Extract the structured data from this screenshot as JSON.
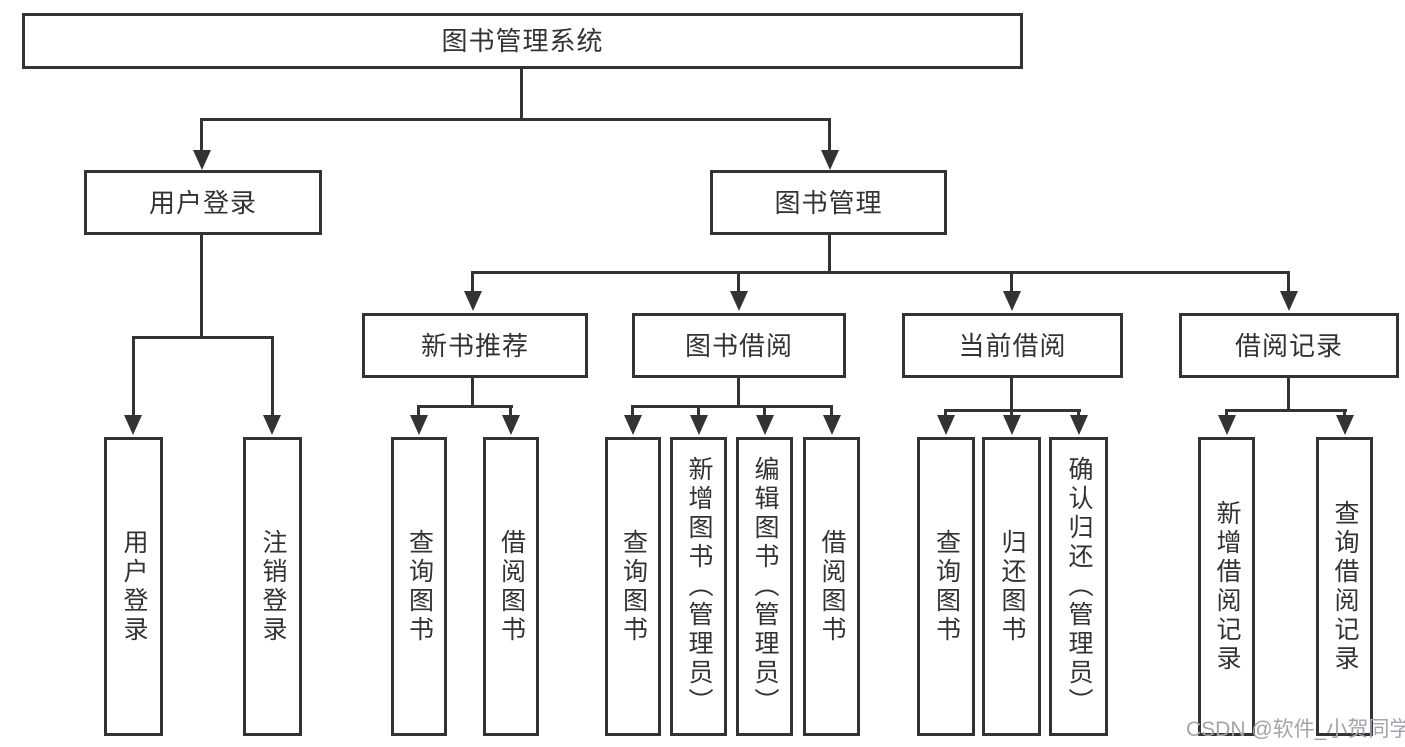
{
  "diagram": {
    "title": "图书管理系统",
    "tree": {
      "label": "图书管理系统",
      "children": [
        {
          "label": "用户登录",
          "children": [
            {
              "label": "用户登录"
            },
            {
              "label": "注销登录"
            }
          ]
        },
        {
          "label": "图书管理",
          "children": [
            {
              "label": "新书推荐",
              "children": [
                {
                  "label": "查询图书"
                },
                {
                  "label": "借阅图书"
                }
              ]
            },
            {
              "label": "图书借阅",
              "children": [
                {
                  "label": "查询图书"
                },
                {
                  "label": "新增图书（管理员）"
                },
                {
                  "label": "编辑图书（管理员）"
                },
                {
                  "label": "借阅图书"
                }
              ]
            },
            {
              "label": "当前借阅",
              "children": [
                {
                  "label": "查询图书"
                },
                {
                  "label": "归还图书"
                },
                {
                  "label": "确认归还（管理员）"
                }
              ]
            },
            {
              "label": "借阅记录",
              "children": [
                {
                  "label": "新增借阅记录"
                },
                {
                  "label": "查询借阅记录"
                }
              ]
            }
          ]
        }
      ]
    }
  },
  "watermark": {
    "text": "CSDN @软件_小贺同学"
  },
  "colors": {
    "line": "#333333",
    "text": "#333333",
    "background": "#ffffff",
    "watermark": "#a3a3aa"
  }
}
